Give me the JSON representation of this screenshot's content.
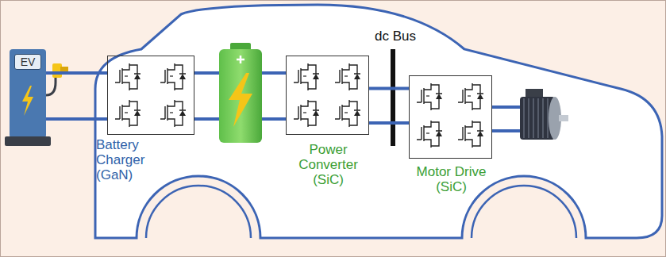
{
  "diagram": {
    "nodes": [
      {
        "text": [
          "EV"
        ]
      },
      {
        "text": [
          "Battery Charger (GaN)"
        ]
      },
      {
        "text": [
          "Power Converter (SiC)"
        ]
      },
      {
        "text": [
          "Motor Drive (SiC)"
        ]
      }
    ],
    "edges": [
      {
        "from": 0,
        "to": 1,
        "arrow": "none"
      },
      {
        "from": 2,
        "to": 3,
        "arrow": "none"
      }
    ],
    "labels": [
      "dc Bus"
    ]
  }
}
